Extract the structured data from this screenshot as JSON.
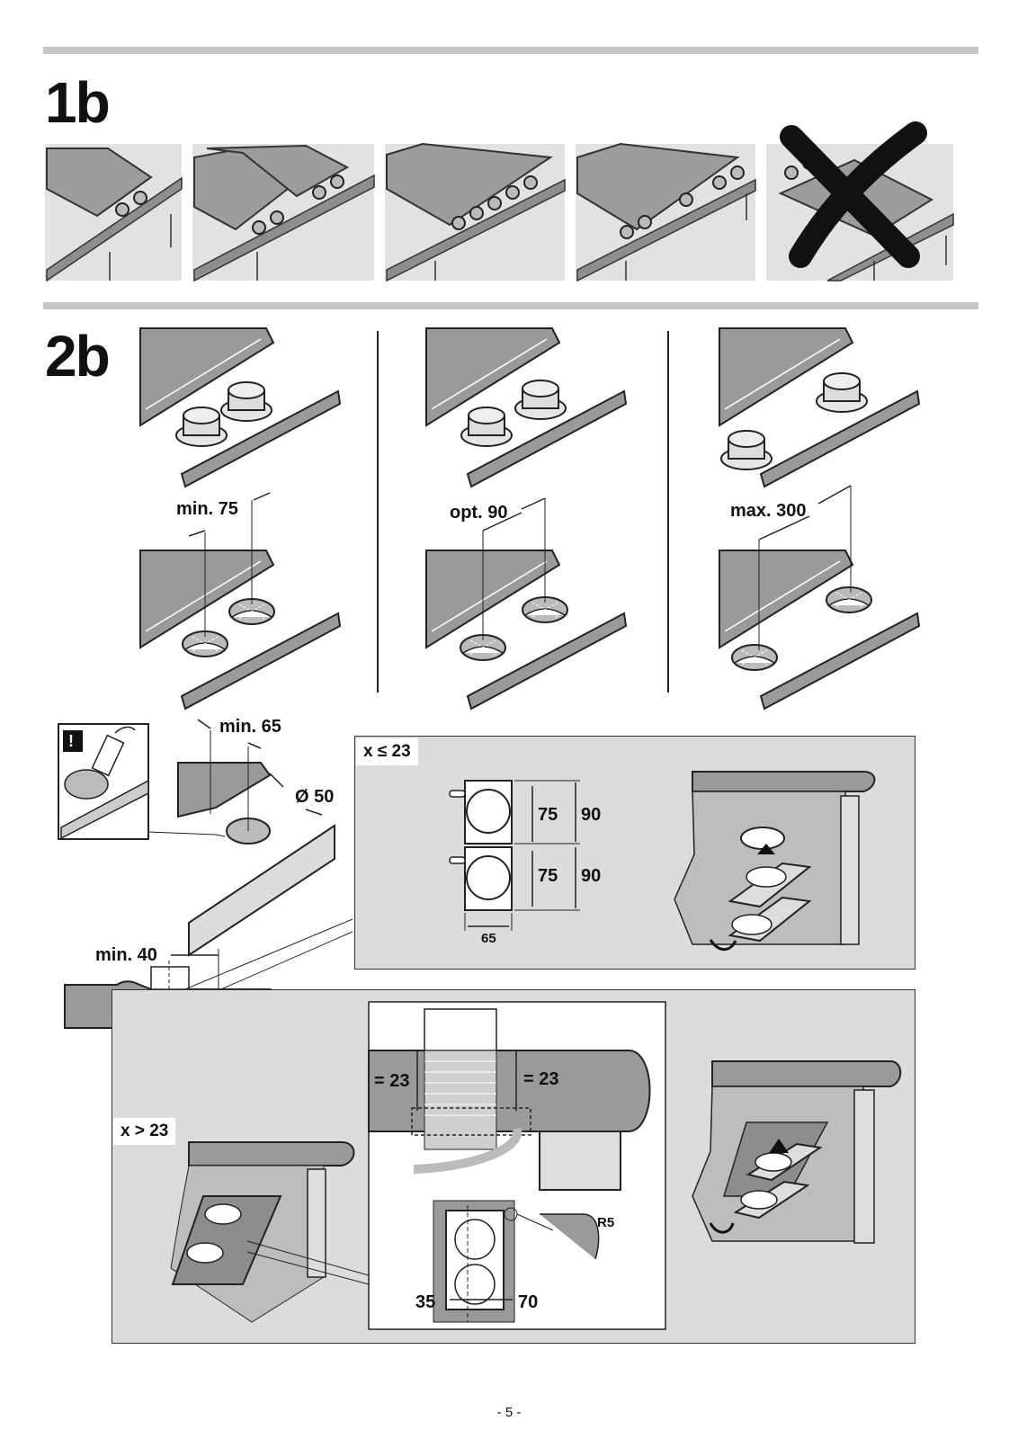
{
  "sections": {
    "s1": {
      "label": "1b"
    },
    "s2": {
      "label": "2b"
    }
  },
  "dimensions": {
    "min75": "min. 75",
    "opt90": "opt. 90",
    "max300": "max. 300",
    "min65": "min. 65",
    "dia50": "Ø 50",
    "min40": "min. 40",
    "x": "x",
    "warning": "!"
  },
  "panel_small": {
    "tag": "x ≤ 23",
    "d75a": "75",
    "d90a": "90",
    "d75b": "75",
    "d90b": "90",
    "d65": "65"
  },
  "panel_large": {
    "tag": "x > 23",
    "eq23_left": "= 23",
    "eq23_right": "= 23",
    "r5": "R5",
    "d35": "35",
    "d70": "70"
  },
  "footer": {
    "page": "- 5 -"
  },
  "colors": {
    "rule": "#c7c7c7",
    "panel_bg": "#dcdcdc",
    "worktop": "#9a9a9a",
    "cross": "#111111"
  }
}
